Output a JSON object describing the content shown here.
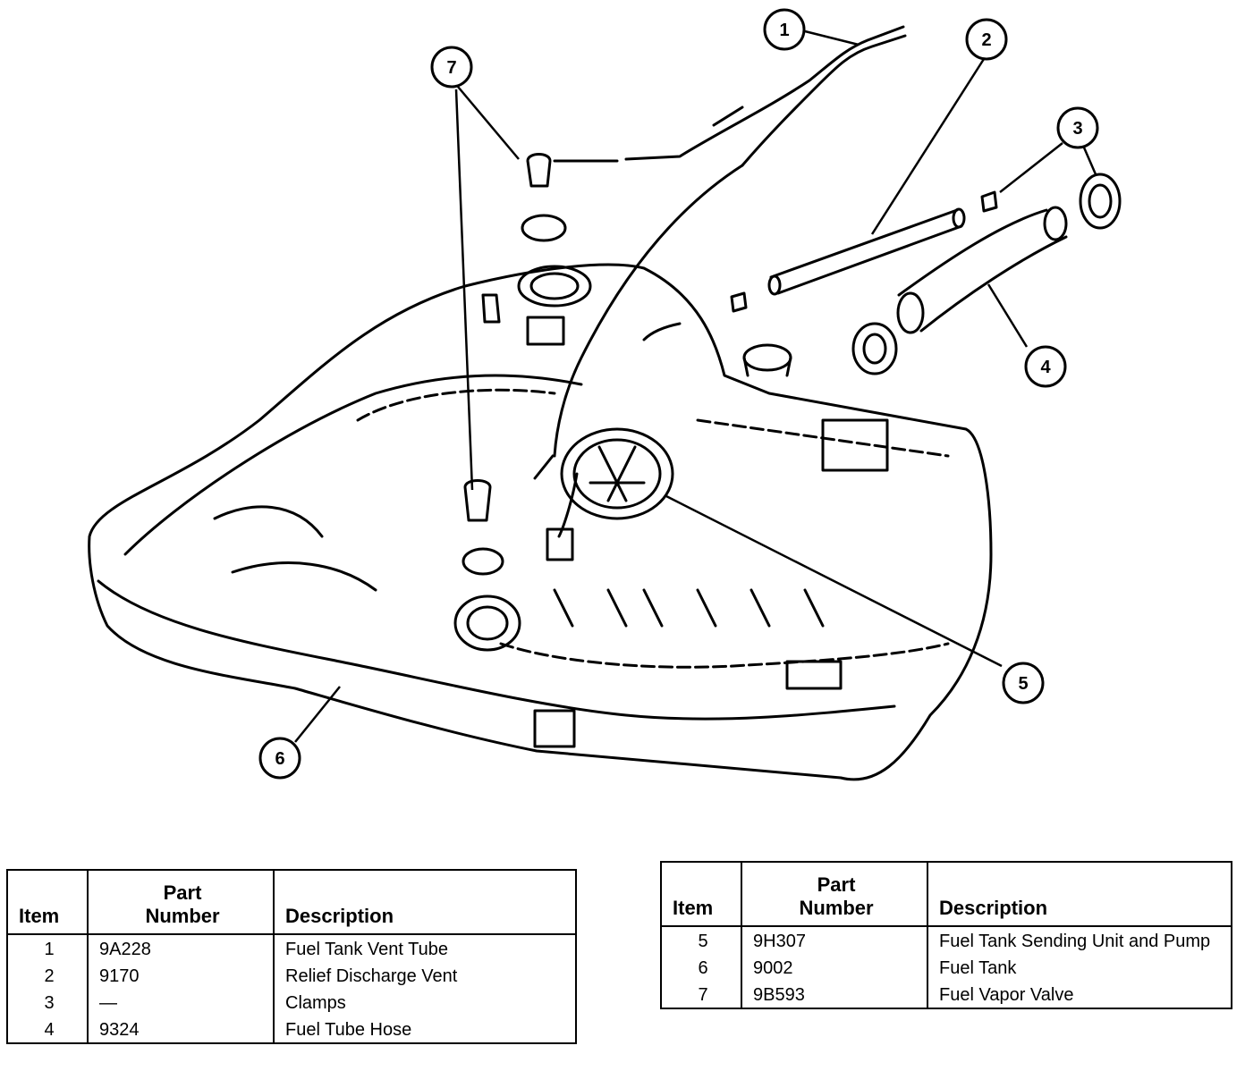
{
  "callouts": [
    "1",
    "2",
    "3",
    "4",
    "5",
    "6",
    "7"
  ],
  "tables": [
    {
      "headers": {
        "item": "Item",
        "part_number_line1": "Part",
        "part_number_line2": "Number",
        "description": "Description"
      },
      "rows": [
        {
          "item": "1",
          "part": "9A228",
          "desc": "Fuel Tank Vent Tube"
        },
        {
          "item": "2",
          "part": "9170",
          "desc": "Relief Discharge Vent"
        },
        {
          "item": "3",
          "part": "—",
          "desc": "Clamps"
        },
        {
          "item": "4",
          "part": "9324",
          "desc": "Fuel Tube Hose"
        }
      ]
    },
    {
      "headers": {
        "item": "Item",
        "part_number_line1": "Part",
        "part_number_line2": "Number",
        "description": "Description"
      },
      "rows": [
        {
          "item": "5",
          "part": "9H307",
          "desc": "Fuel Tank Sending Unit and Pump"
        },
        {
          "item": "6",
          "part": "9002",
          "desc": "Fuel Tank"
        },
        {
          "item": "7",
          "part": "9B593",
          "desc": "Fuel Vapor Valve"
        }
      ]
    }
  ]
}
